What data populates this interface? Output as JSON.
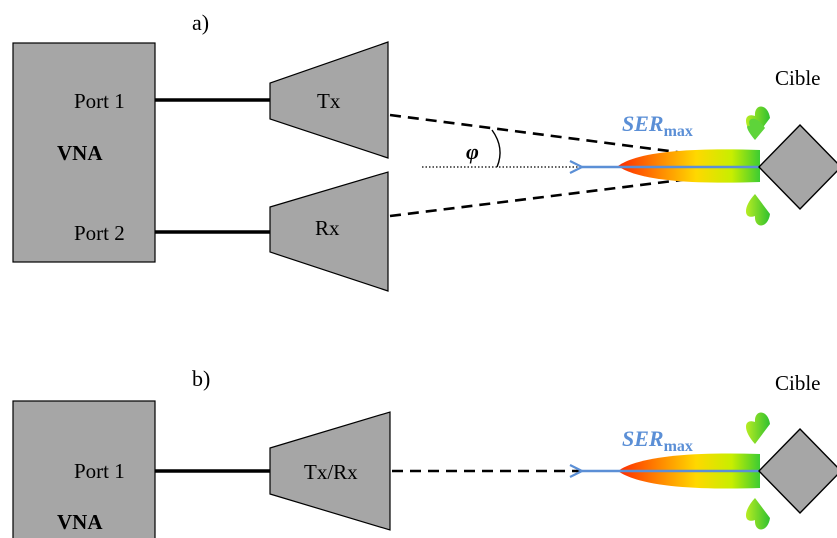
{
  "panel_a": {
    "label": "a)",
    "vna_label": "VNA",
    "port1_label": "Port 1",
    "port2_label": "Port 2",
    "tx_label": "Tx",
    "rx_label": "Rx",
    "angle_label": "φ",
    "ser_main": "SER",
    "ser_sub": "max",
    "target_label": "Cible"
  },
  "panel_b": {
    "label": "b)",
    "vna_label": "VNA",
    "port1_label": "Port 1",
    "txrx_label": "Tx/Rx",
    "ser_main": "SER",
    "ser_sub": "max",
    "target_label": "Cible"
  },
  "colors": {
    "box_fill": "#a6a6a6",
    "arrow": "#5b8fd6",
    "ser_text": "#5b8fd6",
    "plume_hot": "#ff2a00",
    "plume_mid": "#ffd000",
    "plume_cool": "#33cc33"
  }
}
